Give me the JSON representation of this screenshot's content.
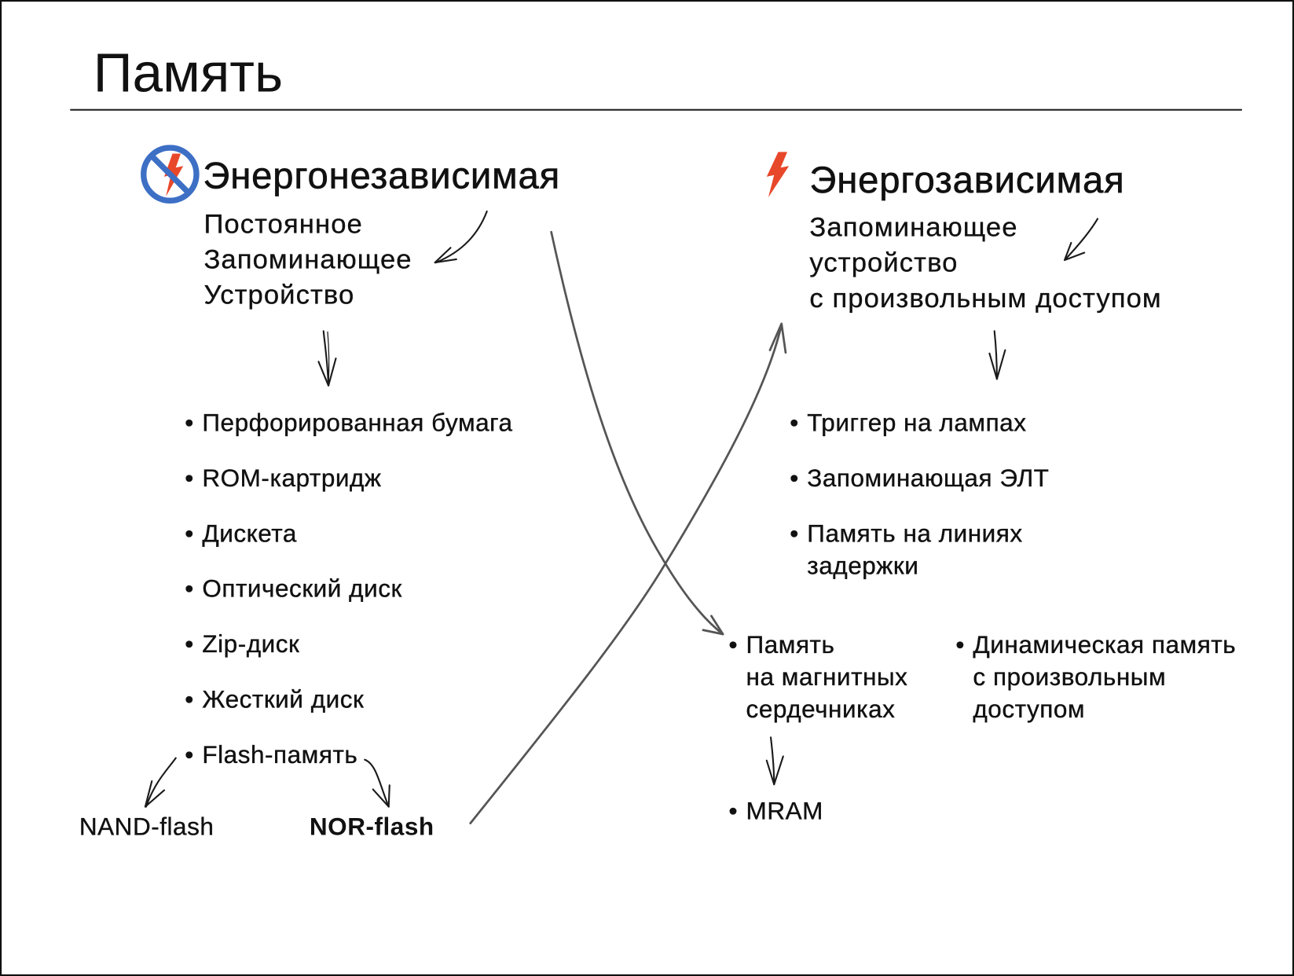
{
  "title": "Память",
  "bullet": "•",
  "colors": {
    "icon_blue": "#3d6fc5",
    "icon_red": "#e8482a",
    "text": "#111111",
    "arrow": "#555555"
  },
  "icons": {
    "non_volatile": "no-power-icon",
    "volatile": "lightning-icon"
  },
  "non_volatile": {
    "heading": "Энергонезависимая",
    "subtitle": [
      "Постоянное",
      "Запоминающее",
      "Устройство"
    ],
    "items": [
      "Перфорированная бумага",
      "ROM-картридж",
      "Дискета",
      "Оптический диск",
      "Zip-диск",
      "Жесткий диск",
      "Flash-память"
    ],
    "flash_types": [
      "NAND-flash",
      "NOR-flash"
    ]
  },
  "volatile": {
    "heading": "Энергозависимая",
    "subtitle": [
      "Запоминающее",
      "устройство",
      "с произвольным доступом"
    ],
    "items": [
      [
        "Триггер на лампах"
      ],
      [
        "Запоминающая ЭЛТ"
      ],
      [
        "Память на линиях",
        "задержки"
      ]
    ],
    "successors": [
      [
        "Память",
        "на магнитных",
        "сердечниках"
      ],
      [
        "Динамическая память",
        "с произвольным",
        "доступом"
      ]
    ],
    "magnetic_successor": "MRAM"
  }
}
